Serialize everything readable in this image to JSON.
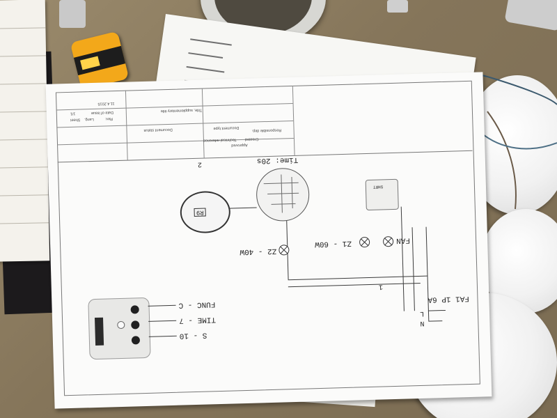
{
  "scene": "workbench",
  "colors": {
    "table": "#8a7a5e",
    "paper": "#fbfbfa",
    "tape_body": "#f3a81a"
  },
  "schematic": {
    "labels": {
      "time": "Time: 20s",
      "relay": "SHRT",
      "fan": "FAN",
      "z1": "Z1 - 60W",
      "z2": "Z2 - 40W",
      "fuse": "FA1 1P 6A",
      "l": "L",
      "n": "N",
      "node": "1",
      "connector_num": "2",
      "connector_chip": "R9",
      "func": "FUNC - C",
      "time_setting": "TIME - 7",
      "s_setting": "S - 10"
    },
    "title_block": {
      "approved": "Approved",
      "document_status": "Document status",
      "document_type": "Document type",
      "created": "Created",
      "technical_reference": "Technical reference",
      "responsible_dep": "Responsible dep.",
      "title": "Title, supplementary title",
      "date_of_issue": "Date of issue",
      "date_value": "11.4.2015",
      "rev": "Rev.",
      "lang": "Lang.",
      "sheet": "Sheet",
      "sheet_value": "1/1"
    }
  },
  "icons": [
    "tape-measure-icon",
    "junction-box-icon",
    "lamp-icon"
  ]
}
